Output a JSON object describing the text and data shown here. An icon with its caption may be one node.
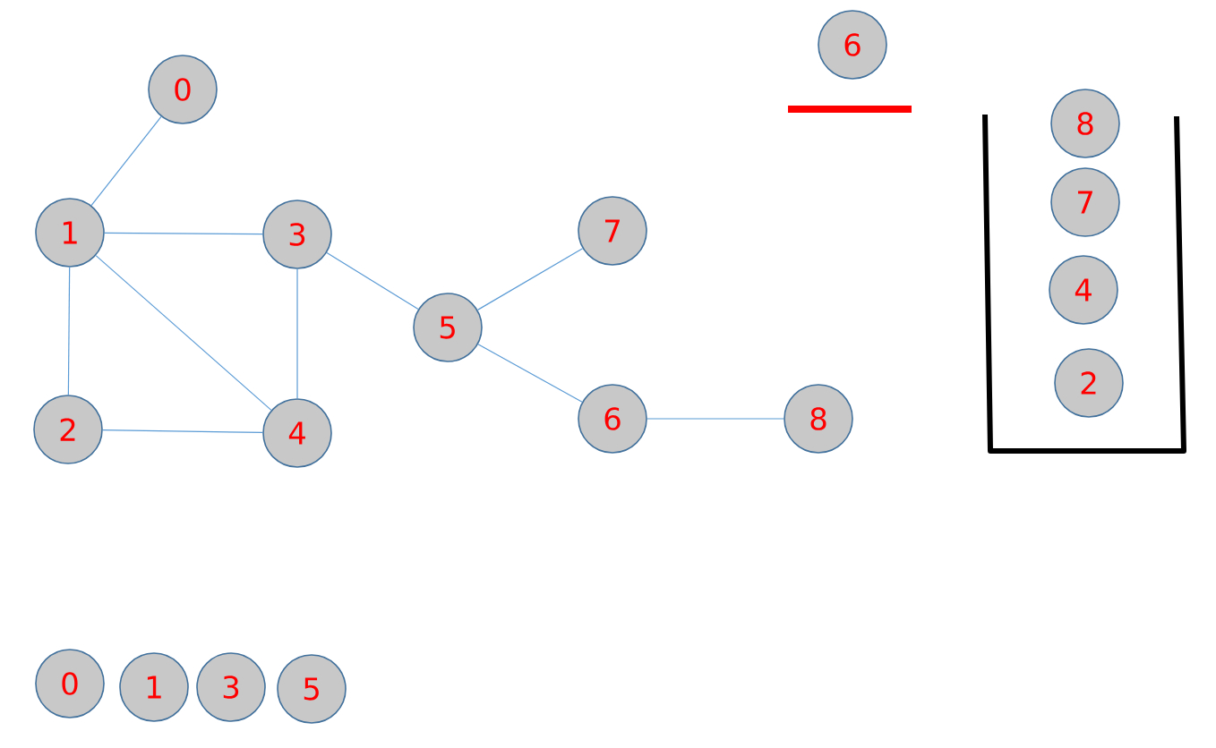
{
  "diagram": {
    "nodes": [
      {
        "text": [
          "0"
        ]
      },
      {
        "text": [
          "1"
        ]
      },
      {
        "text": [
          "2"
        ]
      },
      {
        "text": [
          "3"
        ]
      },
      {
        "text": [
          "4"
        ]
      },
      {
        "text": [
          "5"
        ]
      },
      {
        "text": [
          "6"
        ]
      },
      {
        "text": [
          "7"
        ]
      },
      {
        "text": [
          "8"
        ]
      },
      {
        "text": [
          "6"
        ]
      },
      {
        "text": [
          "8"
        ]
      },
      {
        "text": [
          "7"
        ]
      },
      {
        "text": [
          "4"
        ]
      },
      {
        "text": [
          "2"
        ]
      },
      {
        "text": [
          "0"
        ]
      },
      {
        "text": [
          "1"
        ]
      },
      {
        "text": [
          "3"
        ]
      },
      {
        "text": [
          "5"
        ]
      }
    ],
    "edges": [
      {
        "from": 0,
        "to": 1,
        "arrow": "none"
      },
      {
        "from": 1,
        "to": 3,
        "arrow": "none"
      },
      {
        "from": 1,
        "to": 2,
        "arrow": "none"
      },
      {
        "from": 1,
        "to": 4,
        "arrow": "none"
      },
      {
        "from": 3,
        "to": 4,
        "arrow": "none"
      },
      {
        "from": 2,
        "to": 4,
        "arrow": "none"
      },
      {
        "from": 3,
        "to": 5,
        "arrow": "none"
      },
      {
        "from": 5,
        "to": 7,
        "arrow": "none"
      },
      {
        "from": 5,
        "to": 6,
        "arrow": "none"
      },
      {
        "from": 6,
        "to": 8,
        "arrow": "none"
      }
    ]
  }
}
